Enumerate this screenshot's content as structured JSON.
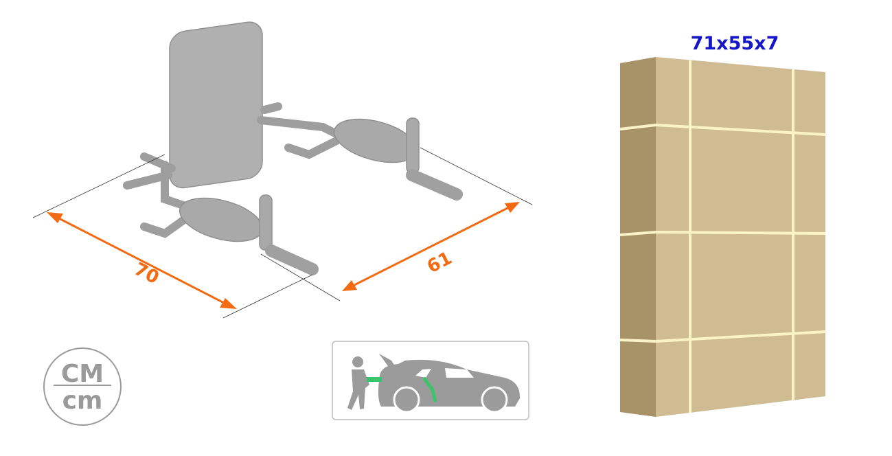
{
  "dimensions": {
    "width_label": "70",
    "depth_label": "61"
  },
  "package": {
    "size_label": "71x55x7"
  },
  "units": {
    "top": "CM",
    "bottom": "cm"
  },
  "icons": [
    "chair-icon",
    "car-loading-icon",
    "unit-conversion-icon",
    "box-icon"
  ],
  "colors": {
    "accent": "#f26b12",
    "package_text": "#1515c8",
    "box_front": "#d0bc93",
    "box_side": "#a89268",
    "strap": "#fbf3c8",
    "chair": "#a6a6a6",
    "green": "#3cc46a"
  }
}
